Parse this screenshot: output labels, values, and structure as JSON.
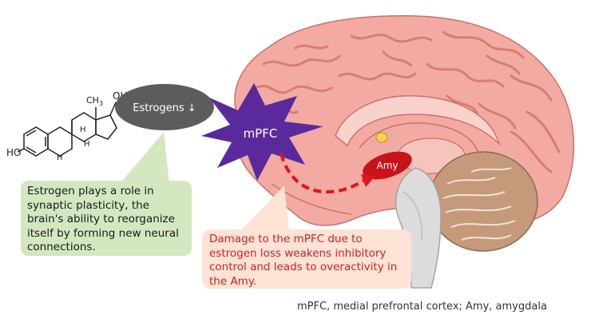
{
  "molecule": {
    "oh_top": "OH",
    "oh_left": "HO",
    "methyl": "CH",
    "methyl_sub": "3",
    "h1": "H",
    "h2": "H",
    "h3": "H"
  },
  "labels": {
    "estrogens": "Estrogens ↓",
    "mpfc": "mPFC",
    "amy": "Amy"
  },
  "green_callout": {
    "lines": [
      "Estrogen plays a role in",
      "synaptic plasticity, the",
      "brain's ability to reorganize",
      "itself by forming new neural",
      "connections."
    ]
  },
  "pink_callout": {
    "lines": [
      "Damage to the mPFC due to",
      "estrogen loss weakens inhibitory",
      "control and leads to overactivity in",
      "the Amy."
    ]
  },
  "caption": "mPFC, medial prefrontal cortex; Amy, amygdala",
  "colors": {
    "brain_pink": "#f2aaa2",
    "brain_fold": "#d77d75",
    "cerebellum": "#c49a7a",
    "brainstem": "#dcdcdc",
    "mpfc_purple": "#5a2a9c",
    "amy_red": "#c8131a",
    "oval_gray": "#5e5b5b",
    "green_box": "#d3e7c0",
    "pink_box": "#fde3d6"
  }
}
